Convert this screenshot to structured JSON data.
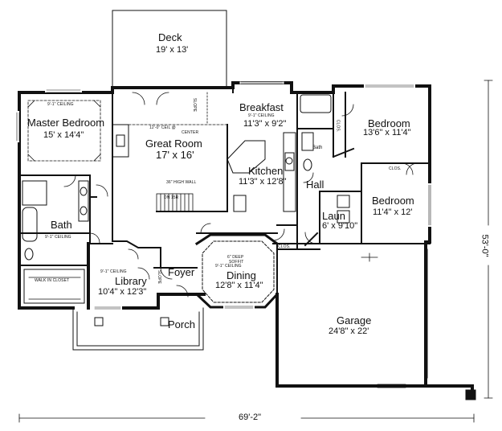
{
  "rooms": {
    "deck": {
      "name": "Deck",
      "size": "19' x 13'"
    },
    "master_bedroom": {
      "name": "Master Bedroom",
      "size": "15' x 14'4\"",
      "ceiling": "9'-1\" CEILING"
    },
    "great_room": {
      "name": "Great Room",
      "size": "17' x 16'",
      "ceiling_note_1": "12'-0\" CEIL @",
      "ceiling_note_2": "CENTER"
    },
    "breakfast": {
      "name": "Breakfast",
      "size": "11'3\" x 9'2\"",
      "ceiling": "9'-1\" CEILING"
    },
    "kitchen": {
      "name": "Kitchen",
      "size": "11'3\" x 12'8\""
    },
    "bedroom_1": {
      "name": "Bedroom",
      "size": "13'6\" x 11'4\""
    },
    "bedroom_2": {
      "name": "Bedroom",
      "size": "11'4\" x 12'"
    },
    "bath_master": {
      "name": "Bath",
      "ceiling": "9'-1\" CEILING"
    },
    "bath_hall": {
      "name": "Bath"
    },
    "hall": {
      "name": "Hall"
    },
    "laundry": {
      "name": "Laun",
      "size": "6' x 9'10\""
    },
    "library": {
      "name": "Library",
      "size": "10'4\" x 12'3\"",
      "ceiling": "9'-1\" CEILING"
    },
    "foyer": {
      "name": "Foyer"
    },
    "dining": {
      "name": "Dining",
      "size": "12'8\" x 11'4\"",
      "ceiling": "9'-1\" CEILING",
      "soffit_1": "6\" DEEP",
      "soffit_2": "SOFFIT"
    },
    "porch": {
      "name": "Porch"
    },
    "garage": {
      "name": "Garage",
      "size": "24'8\" x 22'"
    },
    "walk_in_closet": {
      "name": "WALK IN CLOSET"
    }
  },
  "notes": {
    "slope_1": "SLOPE",
    "slope_2": "SLOPE",
    "high_wall": "36\" HIGH WALL",
    "stairs": "DN 15R",
    "clos_1": "CLOS.",
    "clos_2": "CLOS.",
    "clos_3": "CLOS."
  },
  "dimensions": {
    "overall_width": "69'-2\"",
    "overall_depth": "53'-0\""
  }
}
